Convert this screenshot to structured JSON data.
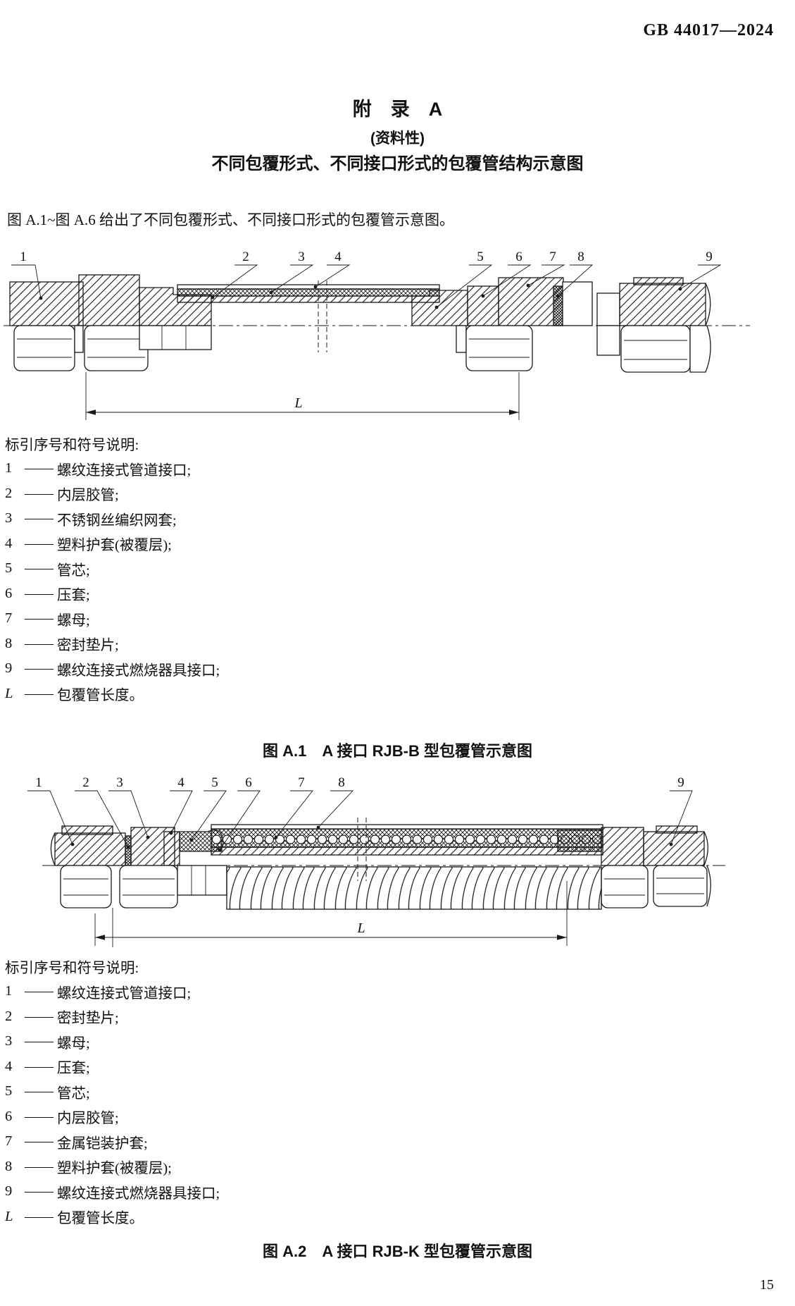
{
  "doc": {
    "standard_code": "GB 44017—2024",
    "page_number": "15"
  },
  "appendix": {
    "label": "附　录　A",
    "kind": "(资料性)",
    "title": "不同包覆形式、不同接口形式的包覆管结构示意图",
    "intro": "图 A.1~图 A.6 给出了不同包覆形式、不同接口形式的包覆管示意图。"
  },
  "figure_a1": {
    "callouts": [
      "1",
      "2",
      "3",
      "4",
      "5",
      "6",
      "7",
      "8",
      "9"
    ],
    "dim_label": "L",
    "legend_title": "标引序号和符号说明:",
    "legend_dash": "——",
    "legend": [
      {
        "sym": "1",
        "text": "螺纹连接式管道接口;"
      },
      {
        "sym": "2",
        "text": "内层胶管;"
      },
      {
        "sym": "3",
        "text": "不锈钢丝编织网套;"
      },
      {
        "sym": "4",
        "text": "塑料护套(被覆层);"
      },
      {
        "sym": "5",
        "text": "管芯;"
      },
      {
        "sym": "6",
        "text": "压套;"
      },
      {
        "sym": "7",
        "text": "螺母;"
      },
      {
        "sym": "8",
        "text": "密封垫片;"
      },
      {
        "sym": "9",
        "text": "螺纹连接式燃烧器具接口;"
      },
      {
        "sym": "L",
        "text": "包覆管长度。"
      }
    ],
    "caption": "图 A.1　A 接口 RJB-B 型包覆管示意图"
  },
  "figure_a2": {
    "callouts": [
      "1",
      "2",
      "3",
      "4",
      "5",
      "6",
      "7",
      "8",
      "9"
    ],
    "dim_label": "L",
    "legend_title": "标引序号和符号说明:",
    "legend_dash": "——",
    "legend": [
      {
        "sym": "1",
        "text": "螺纹连接式管道接口;"
      },
      {
        "sym": "2",
        "text": "密封垫片;"
      },
      {
        "sym": "3",
        "text": "螺母;"
      },
      {
        "sym": "4",
        "text": "压套;"
      },
      {
        "sym": "5",
        "text": "管芯;"
      },
      {
        "sym": "6",
        "text": "内层胶管;"
      },
      {
        "sym": "7",
        "text": "金属铠装护套;"
      },
      {
        "sym": "8",
        "text": "塑料护套(被覆层);"
      },
      {
        "sym": "9",
        "text": "螺纹连接式燃烧器具接口;"
      },
      {
        "sym": "L",
        "text": "包覆管长度。"
      }
    ],
    "caption": "图 A.2　A 接口 RJB-K 型包覆管示意图"
  }
}
